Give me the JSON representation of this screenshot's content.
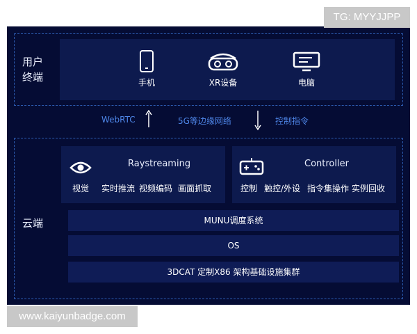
{
  "watermarks": {
    "top": "TG: MYYJJPP",
    "bottom": "www.kaiyunbadge.com"
  },
  "user_terminal": {
    "label_line1": "用户",
    "label_line2": "终端",
    "devices": [
      {
        "label": "手机",
        "icon": "phone-icon"
      },
      {
        "label": "XR设备",
        "icon": "vr-headset-icon"
      },
      {
        "label": "电脑",
        "icon": "monitor-icon"
      }
    ]
  },
  "transport": {
    "webrtc": "WebRTC",
    "network": "5G等边缘网络",
    "control": "控制指令"
  },
  "cloud": {
    "label": "云端",
    "raystreaming": {
      "title": "Raystreaming",
      "icon": "eye-icon",
      "icon_label": "视觉",
      "features": [
        "实时推流",
        "视频编码",
        "画面抓取"
      ]
    },
    "controller": {
      "title": "Controller",
      "icon": "gamepad-icon",
      "icon_label": "控制",
      "features": [
        "触控/外设",
        "指令集操作",
        "实例回收"
      ]
    },
    "layers": [
      "MUNU调度系统",
      "OS",
      "3DCAT 定制X86 架构基础设施集群"
    ]
  },
  "colors": {
    "background": "#050c34",
    "panel": "#0d1a4e",
    "accent": "#4e86e8",
    "dashed_border": "#2c5bb0"
  }
}
